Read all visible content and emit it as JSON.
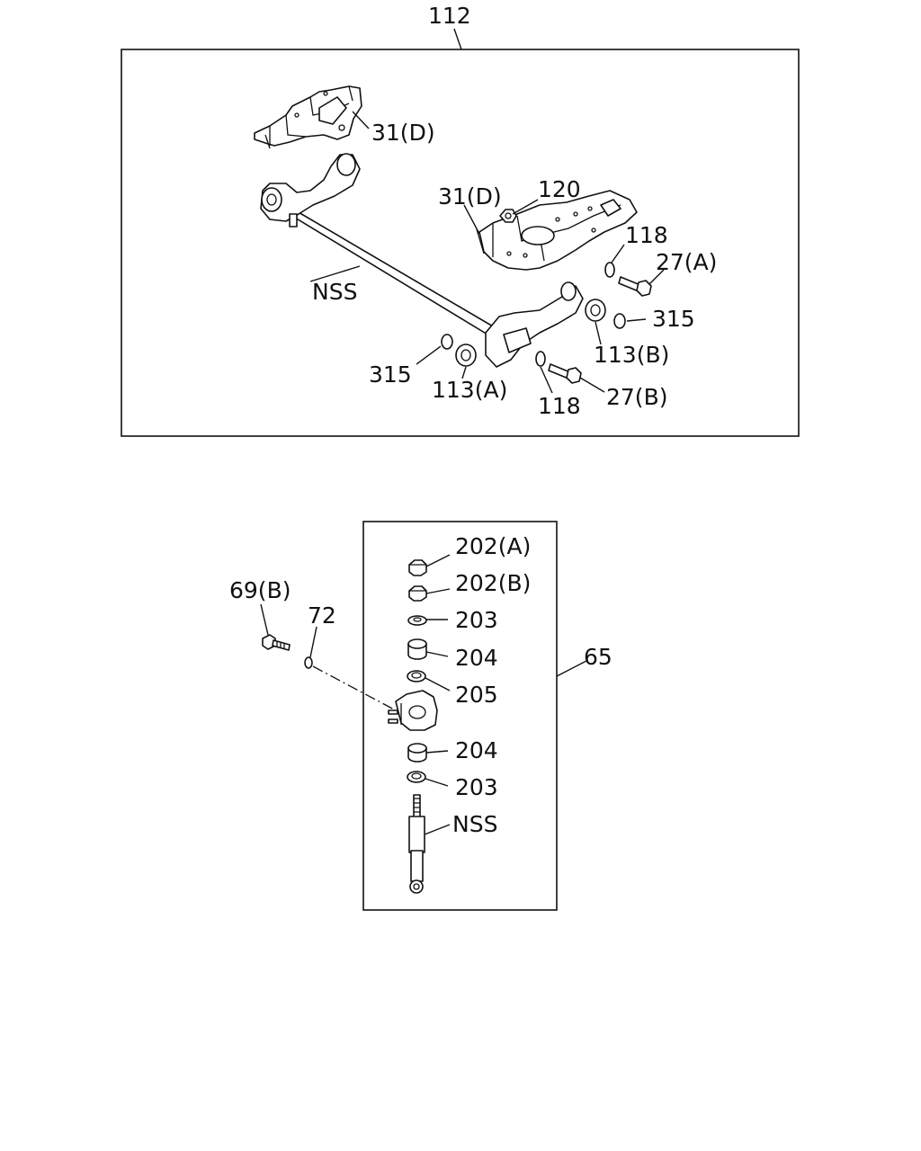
{
  "assembly_upper": {
    "ref": "112",
    "labels": {
      "bracket_top": "31(D)",
      "bracket_right": "31(D)",
      "nut": "120",
      "washer_right": "118",
      "bolt_a": "27(A)",
      "axle": "NSS",
      "plate_right": "315",
      "bushing_b": "113(B)",
      "plate_left": "315",
      "bushing_a": "113(A)",
      "washer_left": "118",
      "bolt_b": "27(B)"
    }
  },
  "assembly_lower": {
    "ref": "65",
    "labels": {
      "bolt": "69(B)",
      "washer": "72",
      "nut_a": "202(A)",
      "nut_b": "202(B)",
      "washer_top": "203",
      "bushing_top": "204",
      "retainer": "205",
      "bushing_bottom": "204",
      "washer_bottom": "203",
      "shock": "NSS"
    }
  }
}
